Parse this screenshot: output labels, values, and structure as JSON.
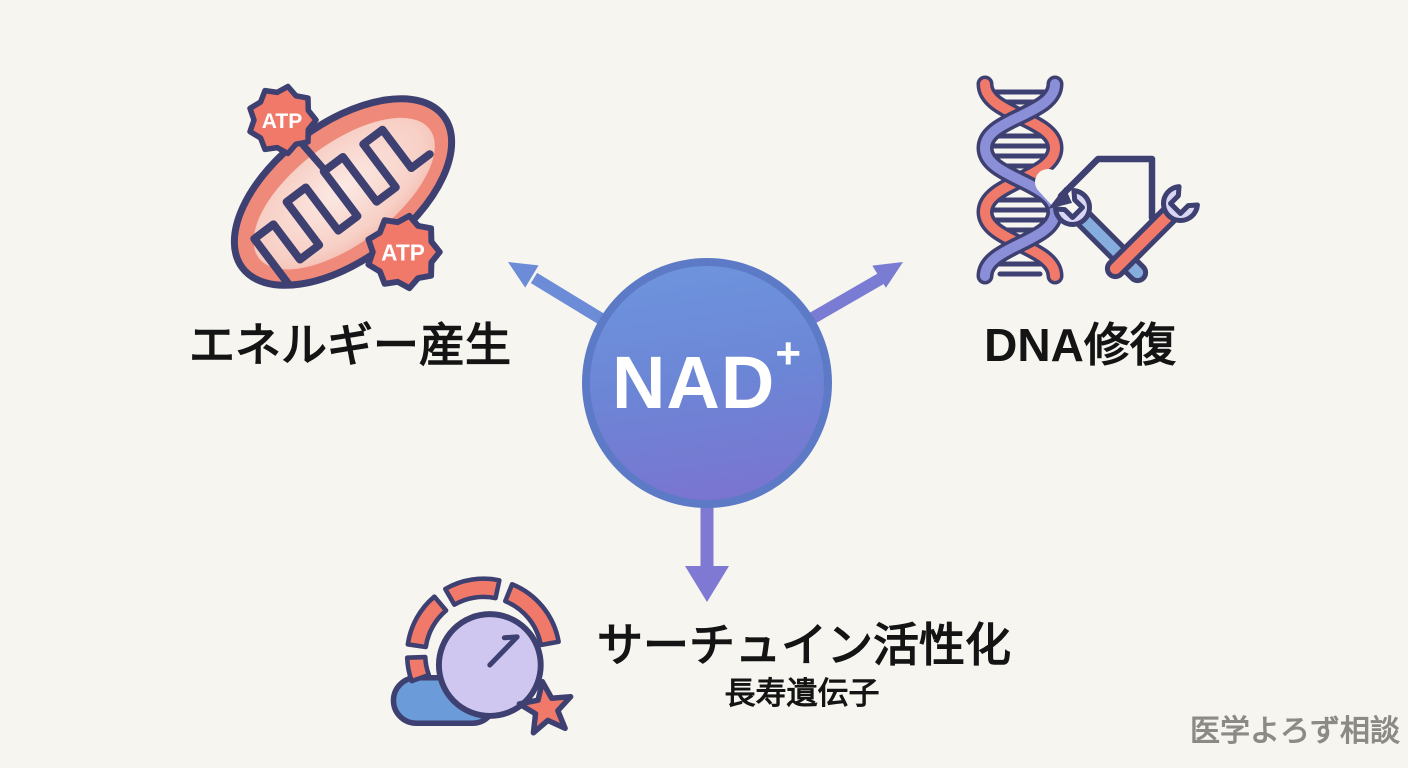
{
  "diagram": {
    "center": {
      "label": "NAD",
      "superscript": "+"
    },
    "nodes": {
      "energy": {
        "label": "エネルギー産生",
        "icon": "mitochondria-atp-icon",
        "atp_badge_label": "ATP"
      },
      "dna": {
        "label": "DNA修復",
        "icon": "dna-repair-wrench-icon"
      },
      "sirtuin": {
        "label": "サーチュイン活性化",
        "sublabel": "長寿遺伝子",
        "icon": "gauge-star-icon"
      }
    },
    "watermark": "医学よろず相談",
    "colors": {
      "background": "#f6f5f0",
      "hub_gradient_top": "#6e95de",
      "hub_gradient_bottom": "#7b72cf",
      "hub_rim": "#5d7ac6",
      "hub_text": "#ffffff",
      "arrow_left": "#6c8cd8",
      "arrow_right": "#7a7cd3",
      "arrow_down": "#8079d4",
      "outline_navy": "#3d4070",
      "coral": "#f0796a",
      "coral_rim": "#ef8a7b",
      "pink_light": "#fbe6e0",
      "helix_blue": "#8b8fd8",
      "lavender": "#cfc7ef",
      "wrench_head_lavender": "#d9d5f5",
      "wrench_handle_blue": "#85aede",
      "gauge_pill_blue": "#6b9bd8",
      "label_text": "#141414",
      "watermark_text": "#8b8a85"
    }
  }
}
